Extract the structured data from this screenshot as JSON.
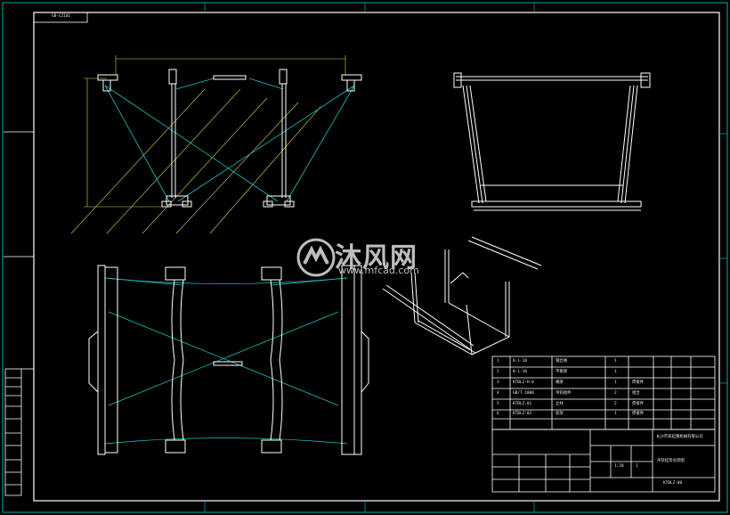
{
  "drawing_number_stamp": "GB-CZ101",
  "watermark": {
    "cn": "沐风网",
    "url": "www.mfcad.com"
  },
  "colors": {
    "line": "#ffffff",
    "frame": "#ffffff",
    "inner_frame": "#00b0b0",
    "cable": "#20c0c0",
    "dim": "#d8d850"
  },
  "side_table_labels": [
    "",
    "",
    "",
    "",
    "",
    "",
    ""
  ],
  "bom": [
    {
      "no": "1",
      "code": "8-1-18",
      "name": "钢丝绳",
      "qty": "1",
      "material": "",
      "weight": ""
    },
    {
      "no": "2",
      "code": "8-1-18",
      "name": "平衡梁",
      "qty": "1",
      "material": "",
      "weight": ""
    },
    {
      "no": "3",
      "code": "KTBLZ-H-0",
      "name": "横梁",
      "qty": "1",
      "material": "焊接件",
      "weight": ""
    },
    {
      "no": "4",
      "code": "GB/T 1000",
      "name": "吊钩组件",
      "qty": "2",
      "material": "组合",
      "weight": ""
    },
    {
      "no": "5",
      "code": "KTBLZ-01",
      "name": "立柱",
      "qty": "2",
      "material": "焊接件",
      "weight": ""
    },
    {
      "no": "6",
      "code": "KTBLZ-02",
      "name": "底架",
      "qty": "1",
      "material": "焊接件",
      "weight": ""
    }
  ],
  "title_block": {
    "company": "长沙市某起重机械有限公司",
    "drawing_title": "吊装挂架总装图",
    "drawing_no": "KTBLZ-00",
    "scale": "1:20",
    "sheet": "1"
  }
}
